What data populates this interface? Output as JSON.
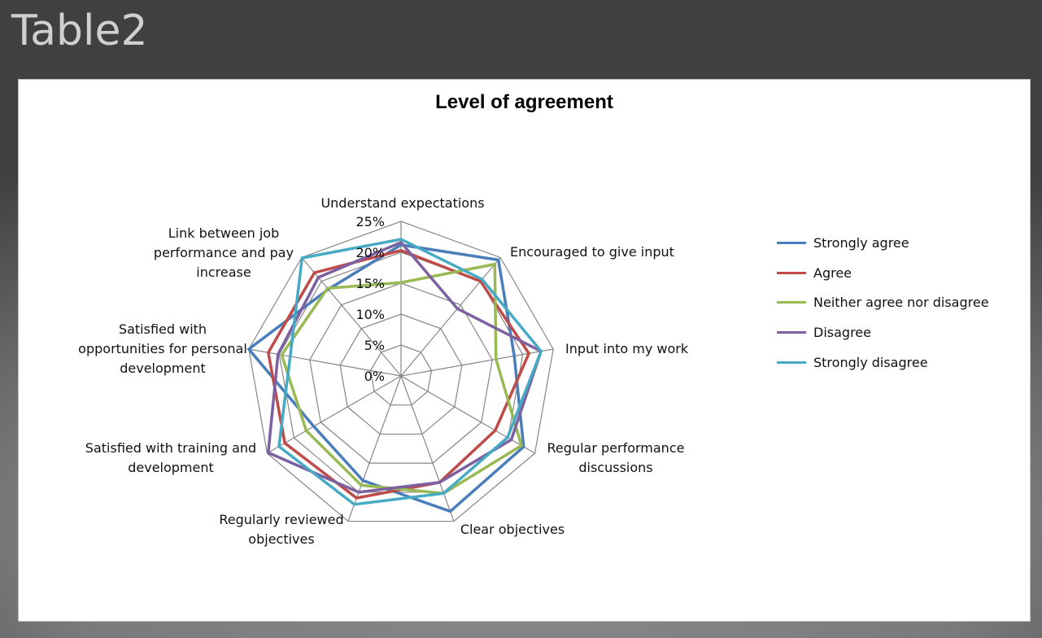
{
  "slide_title": "Table2",
  "chart_data": {
    "type": "radar",
    "title": "Level of agreement",
    "axes": [
      "Understand expectations",
      "Encouraged to give input",
      "Input into my work",
      "Regular performance discussions",
      "Clear objectives",
      "Regularly reviewed objectives",
      "Satisfied with training and development",
      "Satisfied with opportunities for personal development",
      "Link between job performance and pay increase"
    ],
    "ticks": [
      "0%",
      "5%",
      "10%",
      "15%",
      "20%",
      "25%"
    ],
    "range": [
      0,
      25
    ],
    "legend_position": "right",
    "series": [
      {
        "name": "Strongly agree",
        "color": "#4a7ebb",
        "values": [
          21.2,
          24.5,
          18.6,
          22.9,
          23.3,
          18.0,
          16.3,
          25.0,
          18.3
        ]
      },
      {
        "name": "Agree",
        "color": "#be4b48",
        "values": [
          20.3,
          20.0,
          21.0,
          17.6,
          18.3,
          21.0,
          21.7,
          21.8,
          21.8
        ]
      },
      {
        "name": "Neither agree nor disagree",
        "color": "#98b954",
        "values": [
          15.1,
          23.6,
          15.6,
          22.5,
          20.2,
          18.8,
          17.7,
          19.6,
          18.5
        ]
      },
      {
        "name": "Disagree",
        "color": "#7d60a0",
        "values": [
          21.6,
          14.2,
          23.0,
          20.6,
          18.3,
          20.0,
          24.8,
          20.2,
          20.8
        ]
      },
      {
        "name": "Strongly disagree",
        "color": "#46aac5",
        "values": [
          22.1,
          20.4,
          23.0,
          19.9,
          20.2,
          22.1,
          22.8,
          18.2,
          24.9
        ]
      }
    ]
  }
}
